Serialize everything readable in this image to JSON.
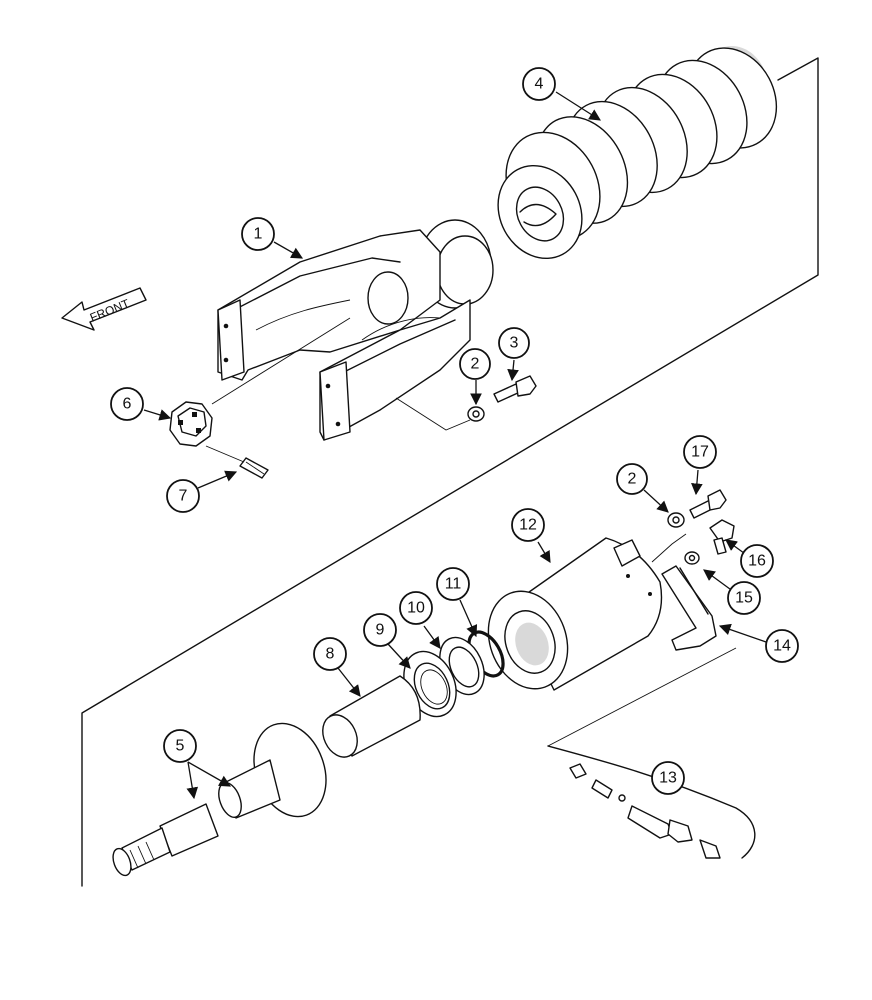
{
  "front_label": "FRONT",
  "callouts": [
    {
      "id": "c1",
      "label": "1"
    },
    {
      "id": "c2a",
      "label": "2"
    },
    {
      "id": "c2b",
      "label": "2"
    },
    {
      "id": "c3",
      "label": "3"
    },
    {
      "id": "c4",
      "label": "4"
    },
    {
      "id": "c5",
      "label": "5"
    },
    {
      "id": "c6",
      "label": "6"
    },
    {
      "id": "c7",
      "label": "7"
    },
    {
      "id": "c8",
      "label": "8"
    },
    {
      "id": "c9",
      "label": "9"
    },
    {
      "id": "c10",
      "label": "10"
    },
    {
      "id": "c11",
      "label": "11"
    },
    {
      "id": "c12",
      "label": "12"
    },
    {
      "id": "c13",
      "label": "13"
    },
    {
      "id": "c14",
      "label": "14"
    },
    {
      "id": "c15",
      "label": "15"
    },
    {
      "id": "c16",
      "label": "16"
    },
    {
      "id": "c17",
      "label": "17"
    }
  ]
}
